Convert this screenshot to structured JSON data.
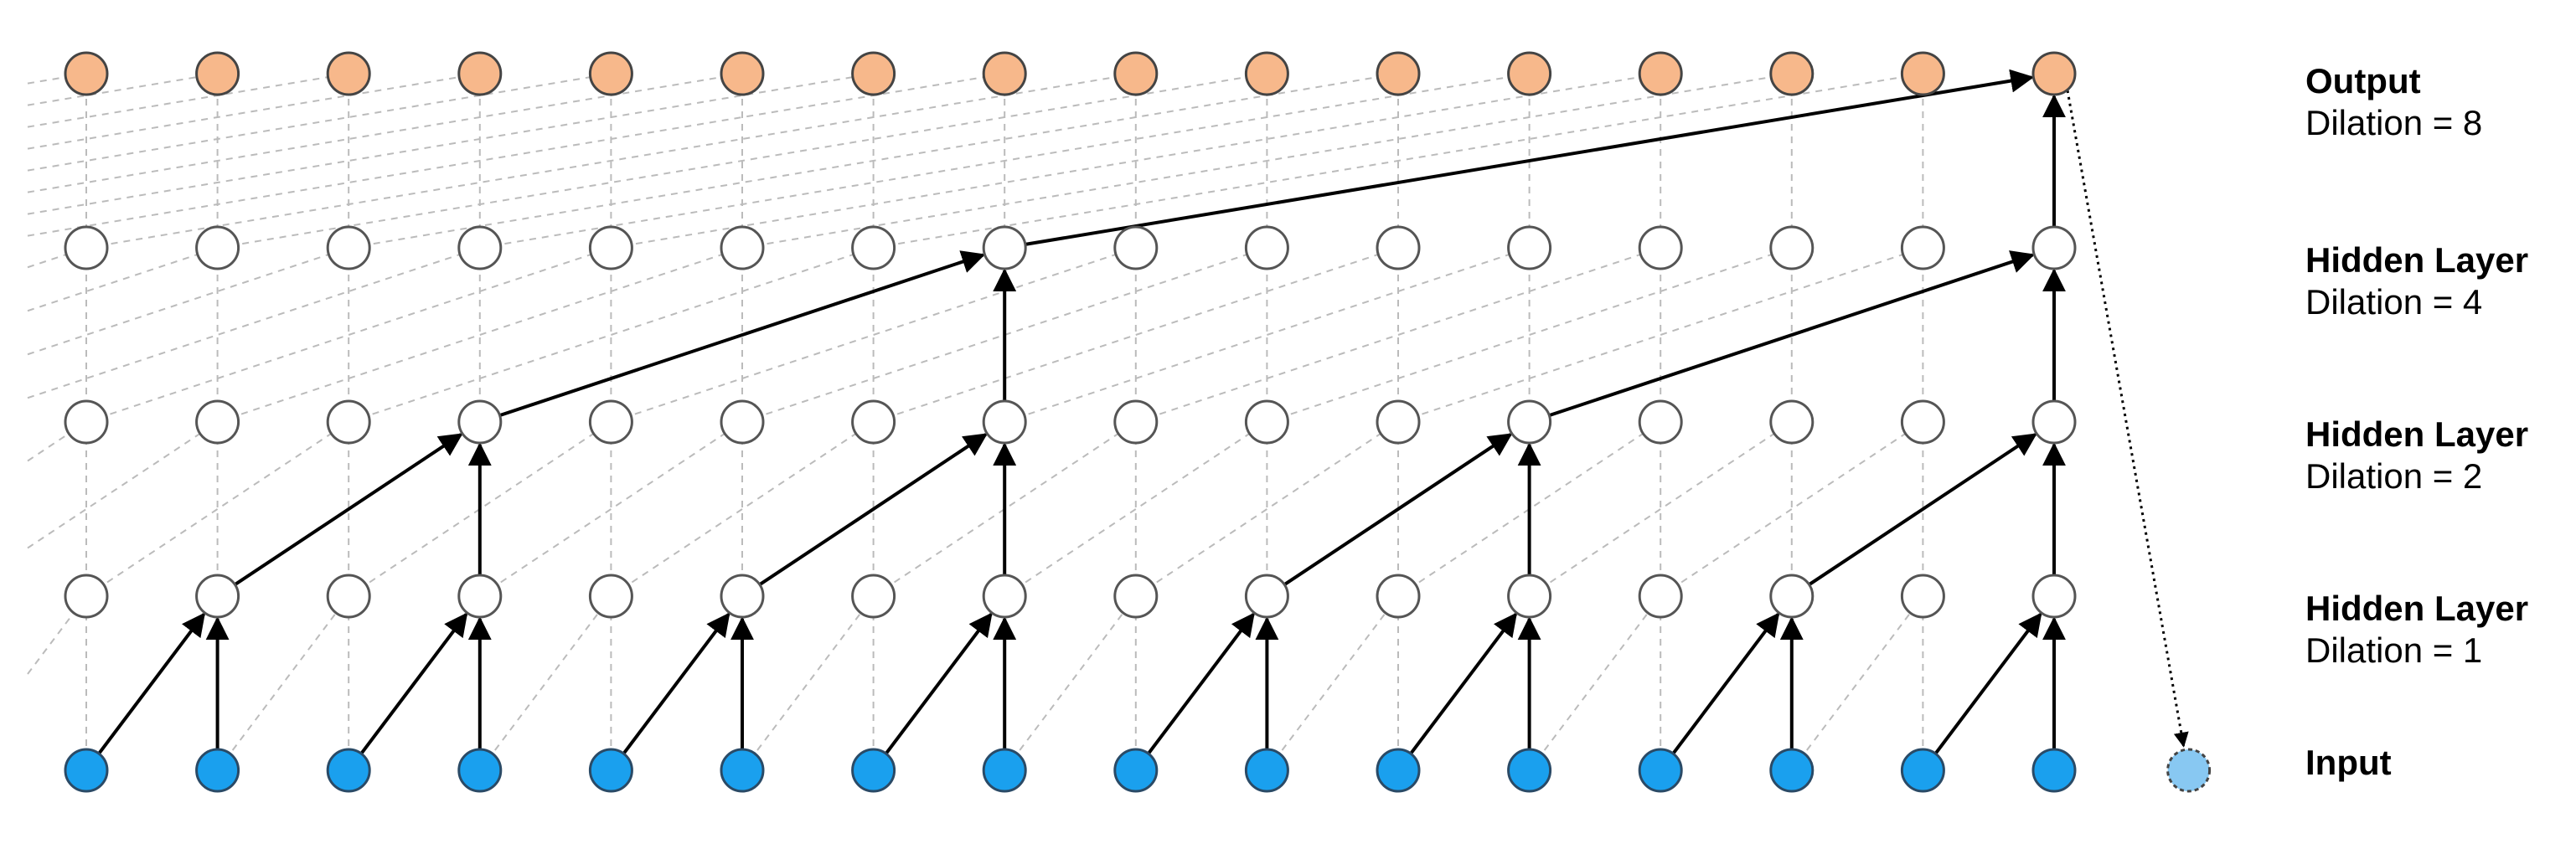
{
  "diagram": {
    "type": "dilated causal convolution (WaveNet)",
    "nodes_per_layer": 16,
    "layers": [
      {
        "id": "output",
        "title": "Output",
        "subtitle": "Dilation = 8",
        "dilation": 8,
        "fill": "#F7B88B",
        "stroke": "#444444"
      },
      {
        "id": "hidden4",
        "title": "Hidden Layer",
        "subtitle": "Dilation = 4",
        "dilation": 4,
        "fill": "#FFFFFF",
        "stroke": "#555555"
      },
      {
        "id": "hidden2",
        "title": "Hidden Layer",
        "subtitle": "Dilation = 2",
        "dilation": 2,
        "fill": "#FFFFFF",
        "stroke": "#555555"
      },
      {
        "id": "hidden1",
        "title": "Hidden Layer",
        "subtitle": "Dilation = 1",
        "dilation": 1,
        "fill": "#FFFFFF",
        "stroke": "#555555"
      },
      {
        "id": "input",
        "title": "Input",
        "subtitle": "",
        "dilation": 0,
        "fill": "#1AA0EE",
        "stroke": "#2A4A66"
      }
    ],
    "extra_input_node": {
      "fill": "#88C8F2",
      "stroke": "#444444",
      "dashed": true
    },
    "colors": {
      "arrow": "#000000",
      "dashed_guides": "#BBBBBB"
    }
  }
}
